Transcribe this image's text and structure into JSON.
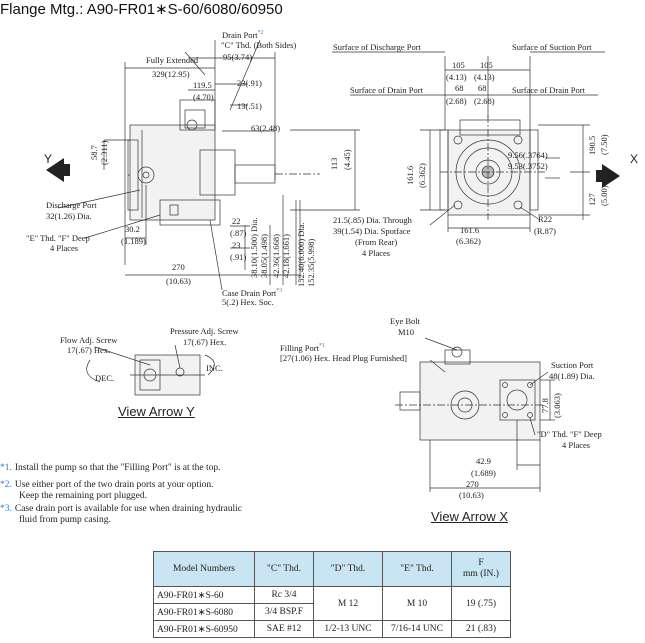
{
  "title": "Flange Mtg.: A90-FR01∗S-60/6080/60950",
  "top_left": {
    "drain_port": "Drain Port",
    "drain_port_mark": "*2",
    "c_thd": "\"C\" Thd. (Both Sides)",
    "fully_extended": "Fully Extended",
    "dim_95": "95(3.74)",
    "dim_329": "329(12.95)",
    "dim_1195": "119.5",
    "dim_470": "(4.70)",
    "dim_23": "23(.91)",
    "dim_13": "13(.51)",
    "dim_63": "63(2.48)",
    "dim_587": "58.7",
    "dim_2311": "(2.311)",
    "dim_113": "113",
    "dim_445": "(4.45)",
    "discharge_port": "Discharge Port",
    "discharge_dia": "32(1.26) Dia.",
    "e_thd": "\"E\" Thd. \"F\" Deep",
    "e_places": "4 Places",
    "dim_302": "30.2",
    "dim_1189": "(1.189)",
    "dim_22": "22",
    "dim_87": "(.87)",
    "dim_23b": "23",
    "dim_91": "(.91)",
    "dim_270": "270",
    "dim_1063": "(10.63)",
    "case_drain": "Case Drain Port",
    "case_drain_mark": "*3",
    "hex_soc": "5(.2) Hex. Soc.",
    "v_3810": "38.10(1.500) Dia.",
    "v_3805": "38.05(1.498)",
    "v_4236": "42.36(1.668)",
    "v_4218": "42.18(1.661)",
    "v_15240": "152.40(6.000) Dia.",
    "v_15235": "152.35(5.998)"
  },
  "top_right": {
    "surface_discharge": "Surface of Discharge Port",
    "surface_suction": "Surface of Suction Port",
    "surface_drain_left": "Surface of Drain Port",
    "surface_drain_right": "Surface of Drain Port",
    "dim_105a": "105",
    "dim_105b": "105",
    "dim_413a": "(4.13)",
    "dim_413b": "(4.13)",
    "dim_68a": "68",
    "dim_68b": "68",
    "dim_268a": "(2.68)",
    "dim_268b": "(2.68)",
    "dim_1616v": "161.6",
    "dim_6362v": "(6.362)",
    "dim_956": "9.56(.3764)",
    "dim_953": "9.53(.3752)",
    "dim_1905": "190.5",
    "dim_750": "(7.50)",
    "dim_127": "127",
    "dim_500": "(5.00)",
    "through": "21.5(.85) Dia. Through",
    "spotface": "39(1.54) Dia. Spotface",
    "from_rear": "(From Rear)",
    "places": "4 Places",
    "dim_1616h": "161.6",
    "dim_6362h": "(6.362)",
    "r22": "R22",
    "r87": "(R.87)",
    "y": "Y",
    "x": "X"
  },
  "view_y": {
    "flow_adj": "Flow Adj. Screw",
    "flow_hex": "17(.67) Hex.",
    "press_adj": "Pressure Adj. Screw",
    "press_hex": "17(.67) Hex.",
    "dec": "DEC.",
    "inc": "INC.",
    "caption": "View Arrow Y"
  },
  "view_x": {
    "eye_bolt": "Eye Bolt",
    "m10": "M10",
    "filling_port": "Filling Port",
    "filling_mark": "*1",
    "plug": "[27(1.06) Hex. Head Plug Furnished]",
    "suction_port": "Suction Port",
    "suction_dia": "48(1.89) Dia.",
    "dim_778": "77.8",
    "dim_3063": "(3.063)",
    "d_thd": "\"D\" Thd. \"F\" Deep",
    "d_places": "4 Places",
    "dim_429": "42.9",
    "dim_1689": "(1.689)",
    "dim_270": "270",
    "dim_1063": "(10.63)",
    "caption": "View Arrow X"
  },
  "notes": [
    {
      "mark": "*1.",
      "lines": [
        "Install the pump so that the \"Filling Port\" is at the top."
      ]
    },
    {
      "mark": "*2.",
      "lines": [
        "Use either port of the two drain ports at your option.",
        "Keep the remaining port plugged."
      ]
    },
    {
      "mark": "*3.",
      "lines": [
        "Case drain port is available for use when draining hydraulic",
        "fluid from pump casing."
      ]
    }
  ],
  "table": {
    "headers": [
      "Model Numbers",
      "\"C\" Thd.",
      "\"D\" Thd.",
      "\"E\" Thd.",
      "F",
      "mm (IN.)"
    ],
    "rows": [
      [
        "A90-FR01∗S-60",
        "Rc 3/4",
        "M 12",
        "M 10",
        "19 (.75)"
      ],
      [
        "A90-FR01∗S-6080",
        "3/4 BSP.F",
        "",
        "",
        ""
      ],
      [
        "A90-FR01∗S-60950",
        "SAE #12",
        "1/2-13 UNC",
        "7/16-14 UNC",
        "21 (.83)"
      ]
    ]
  }
}
